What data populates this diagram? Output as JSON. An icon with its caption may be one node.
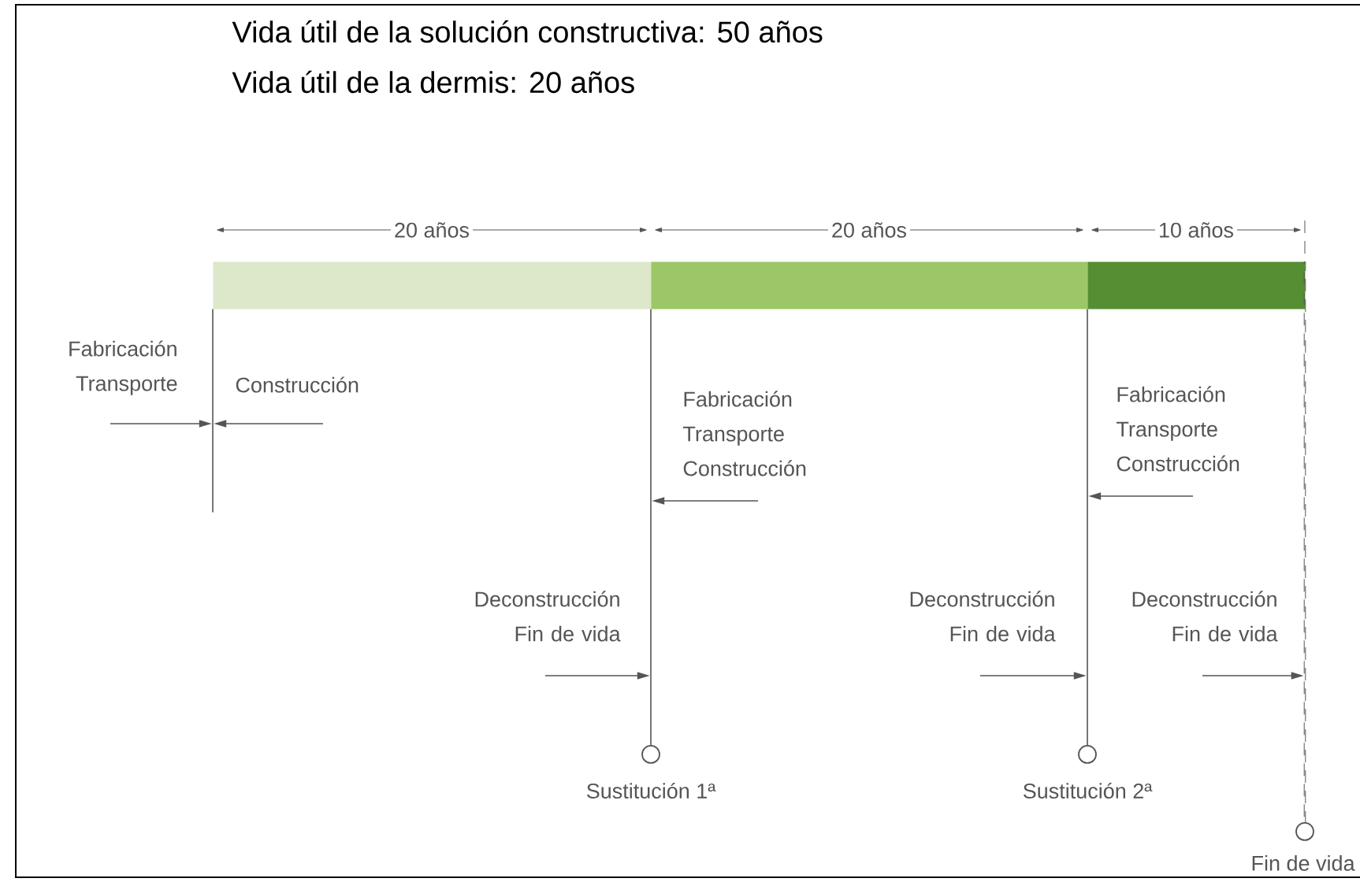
{
  "diagram": {
    "title": "Vida útil de la solución constructiva: 50 años",
    "nodes": [
      {
        "text": [],
        "shape": "bar"
      },
      {
        "text": [],
        "shape": "bar"
      },
      {
        "text": [],
        "shape": "bar"
      },
      {
        "text": [
          "Fabricación Transporte"
        ]
      },
      {
        "text": [
          "Construcción"
        ]
      },
      {
        "text": [
          "Fabricación Transporte Construcción"
        ]
      },
      {
        "text": [
          "Deconstrucción Fin de vida"
        ]
      },
      {
        "text": [
          "Fabricación Transporte Construcción"
        ]
      },
      {
        "text": [
          "Deconstrucción Fin de vida"
        ]
      },
      {
        "text": [
          "Deconstrucción Fin de vida"
        ]
      },
      {
        "text": [],
        "shape": "circle",
        "beside": [
          "Sustitución 1ª"
        ]
      },
      {
        "text": [],
        "shape": "circle",
        "beside": [
          "Sustitución 2ª"
        ]
      },
      {
        "text": [],
        "shape": "circle",
        "beside": [
          "Fin de vida"
        ]
      },
      {
        "text": [],
        "shape": "line"
      },
      {
        "text": [],
        "shape": "line"
      },
      {
        "text": [],
        "shape": "line"
      },
      {
        "text": [],
        "shape": "line"
      }
    ],
    "edges": [
      {
        "from": 3,
        "to": 13,
        "arrow": "to"
      },
      {
        "from": 4,
        "to": 13,
        "arrow": "to"
      },
      {
        "from": 5,
        "to": 14,
        "arrow": "to"
      },
      {
        "from": 6,
        "to": 14,
        "arrow": "to"
      },
      {
        "from": 7,
        "to": 15,
        "arrow": "to"
      },
      {
        "from": 8,
        "to": 15,
        "arrow": "to"
      },
      {
        "from": 9,
        "to": 16,
        "arrow": "to"
      }
    ],
    "labels": [
      "Vida útil de la dermis: 20 años",
      "20 años",
      "20 años",
      "10 años"
    ]
  }
}
